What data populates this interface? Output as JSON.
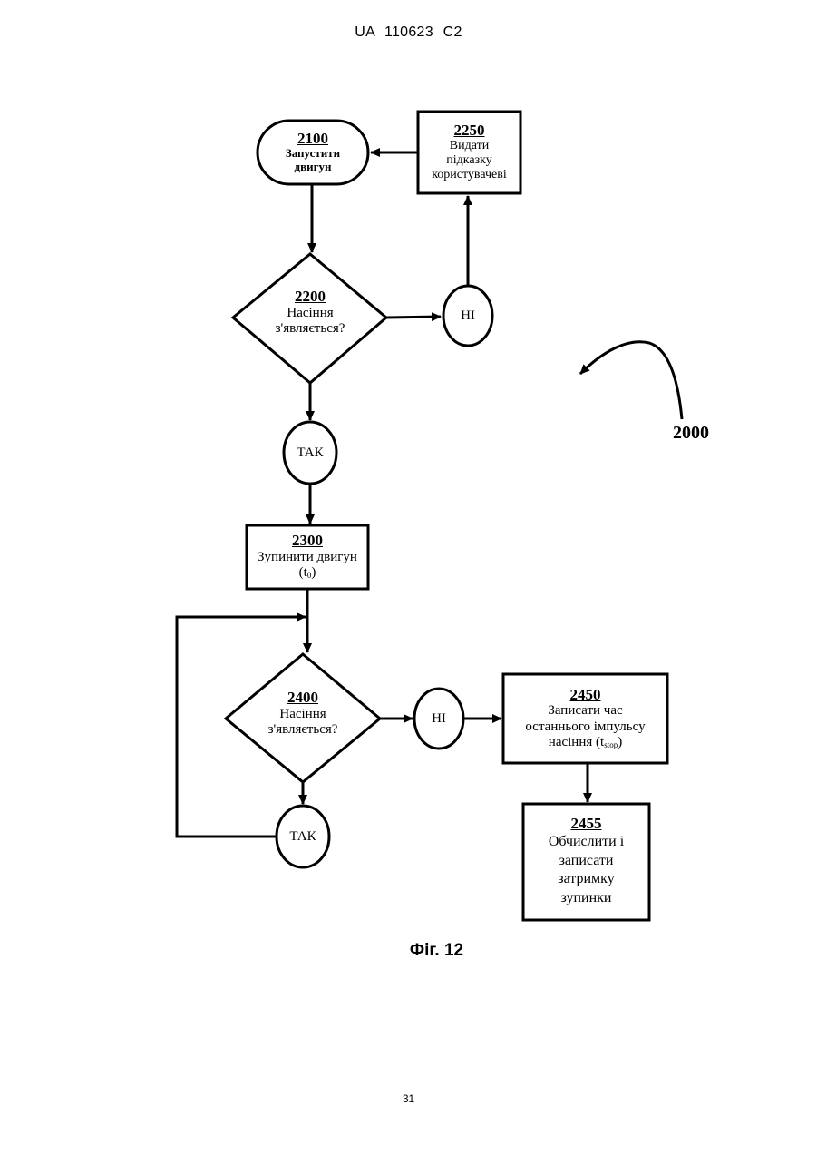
{
  "header": {
    "text": "UA   110623   C2"
  },
  "nodes": {
    "n2100": {
      "id": "2100",
      "line1": "Запустити",
      "line2": "двигун"
    },
    "n2250": {
      "id": "2250",
      "line1": "Видати",
      "line2": "підказку",
      "line3": "користувачеві"
    },
    "n2200": {
      "id": "2200",
      "line1": "Насіння",
      "line2": "з'являється?"
    },
    "n2300": {
      "id": "2300",
      "line1": "Зупинити двигун",
      "line2_main": "(t",
      "line2_sub": "0",
      "line2_end": ")"
    },
    "n2400": {
      "id": "2400",
      "line1": "Насіння",
      "line2": "з'являється?"
    },
    "n2450": {
      "id": "2450",
      "line1": "Записати час",
      "line2": "останнього імпульсу",
      "line3_main": "насіння (t",
      "line3_sub": "stop",
      "line3_end": ")"
    },
    "n2455": {
      "id": "2455",
      "line1": "Обчислити і",
      "line2": "записати",
      "line3": "затримку",
      "line4": "зупинки"
    }
  },
  "decisions": {
    "no_1": "НІ",
    "yes_1": "ТАК",
    "no_2": "НІ",
    "yes_2": "ТАК"
  },
  "reference": "2000",
  "caption": "Фіг. 12",
  "page_number": "31"
}
